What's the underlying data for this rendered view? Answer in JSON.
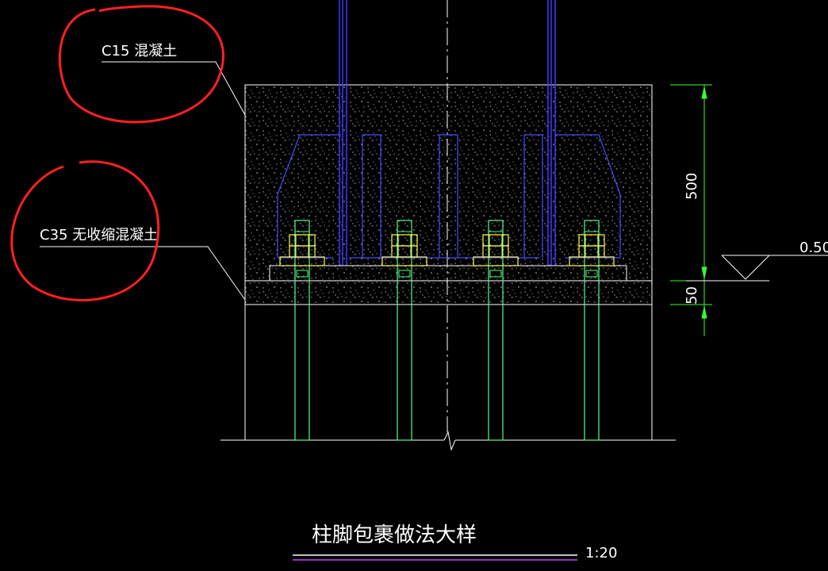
{
  "drawing": {
    "title": "柱脚包裹做法大样",
    "scale": "1:20",
    "labels": {
      "upper_concrete": "C15 混凝土",
      "lower_concrete": "C35 无收缩混凝土"
    },
    "dimensions": {
      "upper_height": "500",
      "lower_height": "50",
      "elevation": "0.50"
    },
    "colors": {
      "background": "#000000",
      "linework": "#ffffff",
      "column_outline": "#3c3cff",
      "anchor_bolt": "#55ff88",
      "nut": "#ffff55",
      "dimension": "#33ff33",
      "annotation_circle": "#ff2020",
      "title_underline": "#cc44ff"
    }
  }
}
